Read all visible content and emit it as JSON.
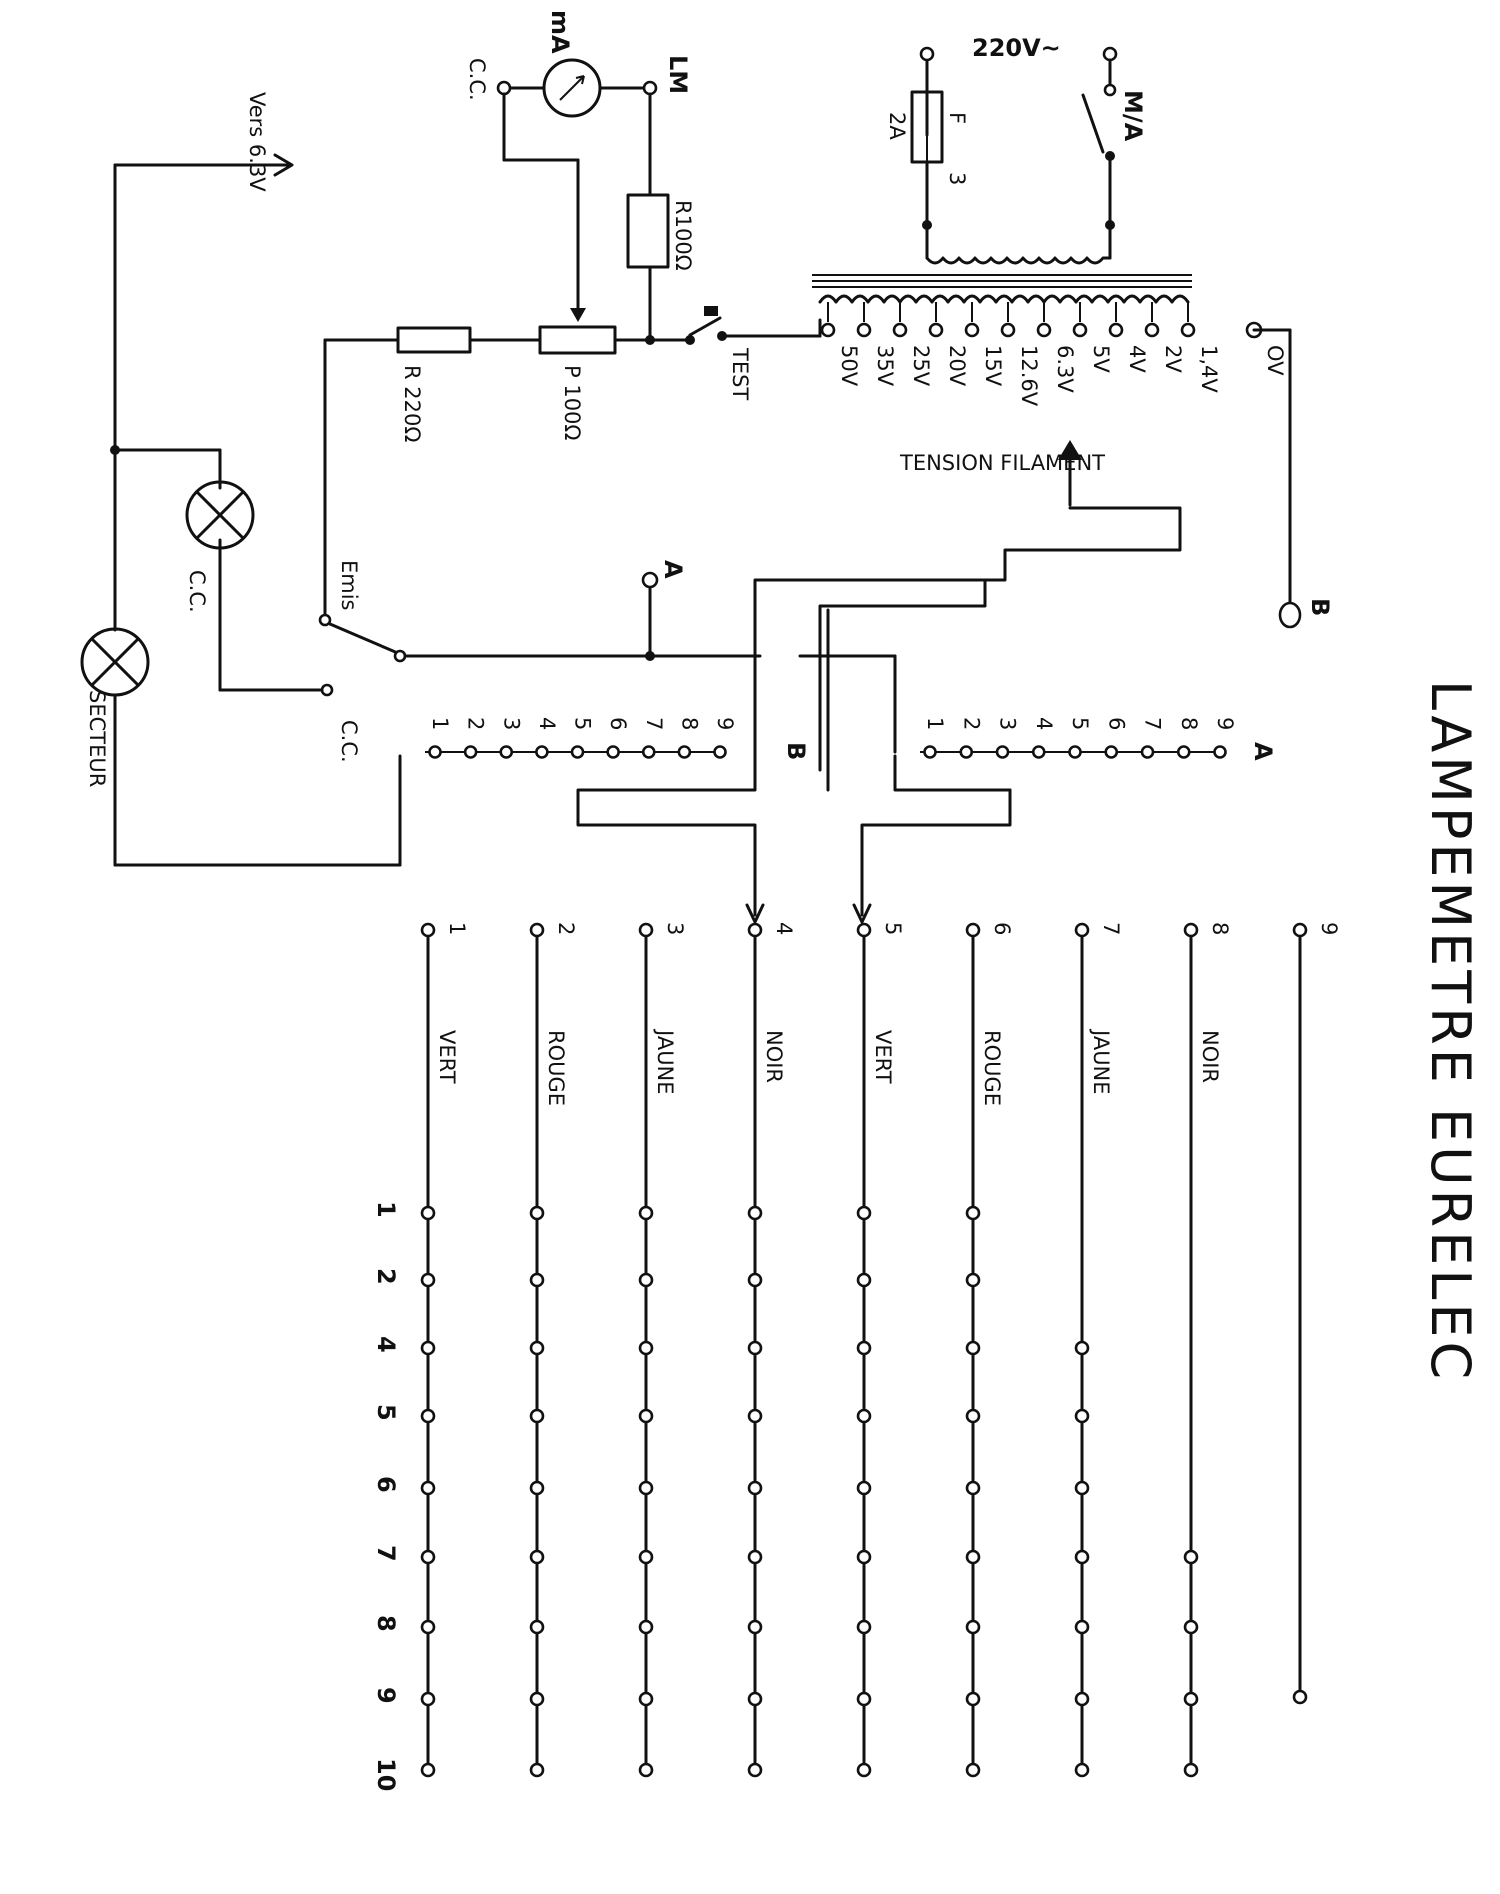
{
  "title": "LAMPEMETRE EURELEC",
  "mains": {
    "voltage": "220V~",
    "switch": "M/A",
    "fuse": "F",
    "fuse_rating": "2A",
    "tap": "3"
  },
  "meter": {
    "symbol": "mA",
    "cc_label": "C.C.",
    "lm_label": "LM"
  },
  "output_6v3": "Vers 6.3V",
  "resistors": {
    "r100": "R100Ω",
    "r220": "R 220Ω",
    "pot": "P 100Ω"
  },
  "test_label": "TEST",
  "transformer": {
    "zero": "OV",
    "taps": [
      "1,4V",
      "2V",
      "4V",
      "5V",
      "6.3V",
      "12.6V",
      "15V",
      "20V",
      "25V",
      "35V",
      "50V"
    ],
    "filament_label": "TENSION FILAMENT"
  },
  "terminals": {
    "a": "A",
    "b": "B"
  },
  "switch": {
    "emis": "Emis",
    "cc": "C.C."
  },
  "lamps": {
    "cc": "C.C.",
    "secteur": "SECTEUR"
  },
  "selectors": {
    "b": {
      "label": "B",
      "positions": [
        "1",
        "2",
        "3",
        "4",
        "5",
        "6",
        "7",
        "8",
        "9"
      ]
    },
    "a": {
      "label": "A",
      "positions": [
        "1",
        "2",
        "3",
        "4",
        "5",
        "6",
        "7",
        "8",
        "9"
      ]
    }
  },
  "buses": [
    {
      "num": "1",
      "color": "VERT"
    },
    {
      "num": "2",
      "color": "ROUGE"
    },
    {
      "num": "3",
      "color": "JAUNE"
    },
    {
      "num": "4",
      "color": "NOIR"
    },
    {
      "num": "5",
      "color": "VERT"
    },
    {
      "num": "6",
      "color": "ROUGE"
    },
    {
      "num": "7",
      "color": "JAUNE"
    },
    {
      "num": "8",
      "color": "NOIR"
    },
    {
      "num": "9",
      "color": ""
    }
  ],
  "socket_columns": [
    "1",
    "2",
    "4",
    "5",
    "6",
    "7",
    "8",
    "9",
    "10"
  ]
}
